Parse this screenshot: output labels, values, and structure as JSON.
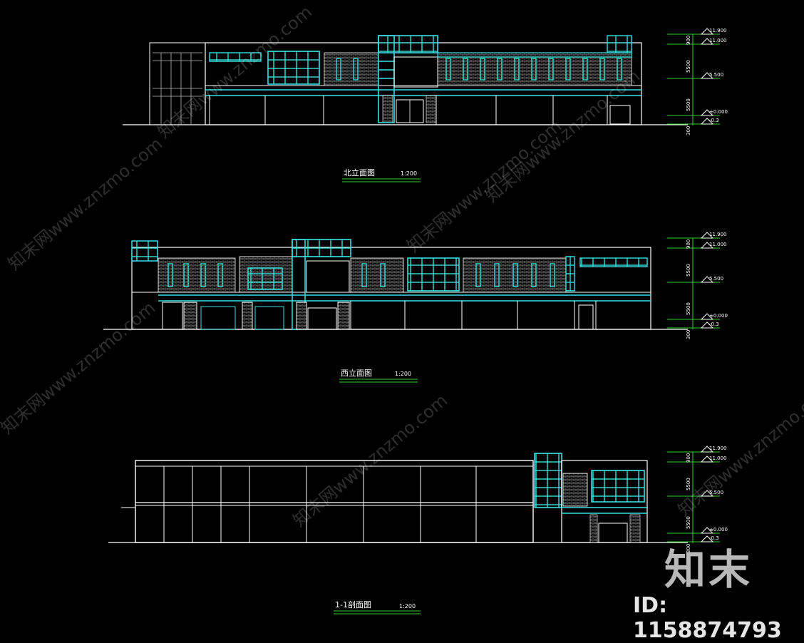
{
  "colors": {
    "background": "#000000",
    "line": "#ffffff",
    "glass": "#35e0e0",
    "dimension": "#33cc33",
    "brick": "#8a8a8a"
  },
  "drawings": [
    {
      "title": "北立面图",
      "scale": "1:200"
    },
    {
      "title": "西立面图",
      "scale": "1:200"
    },
    {
      "title": "1-1剖面图",
      "scale": "1:200"
    }
  ],
  "levels": {
    "top": "11.900",
    "parapet": "11.000",
    "floor2": "5.500",
    "ground": "±0.000",
    "outdoor": "-0.3"
  },
  "dims": {
    "d1": "900",
    "d2": "5500",
    "d3": "5500",
    "d4": "300"
  },
  "watermark": {
    "site": "知末网www.znzmo.com",
    "brand": "知末",
    "id": "ID: 1158874793"
  }
}
